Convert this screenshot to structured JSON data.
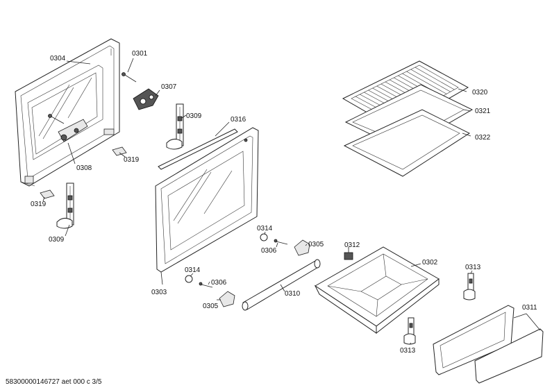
{
  "diagram": {
    "labels": {
      "l0304": "0304",
      "l0301": "0301",
      "l0307": "0307",
      "l0309a": "0309",
      "l0316": "0316",
      "l0308": "0308",
      "l0319a": "0319",
      "l0319b": "0319",
      "l0309b": "0309",
      "l0320": "0320",
      "l0321": "0321",
      "l0322": "0322",
      "l0314a": "0314",
      "l0306a": "0306",
      "l0305a": "0305",
      "l0312": "0312",
      "l0302": "0302",
      "l0303": "0303",
      "l0314b": "0314",
      "l0306b": "0306",
      "l0305b": "0305",
      "l0310": "0310",
      "l0313a": "0313",
      "l0311": "0311",
      "l0313b": "0313"
    },
    "footer": "58300000146727 aet 000 c 3/5"
  }
}
